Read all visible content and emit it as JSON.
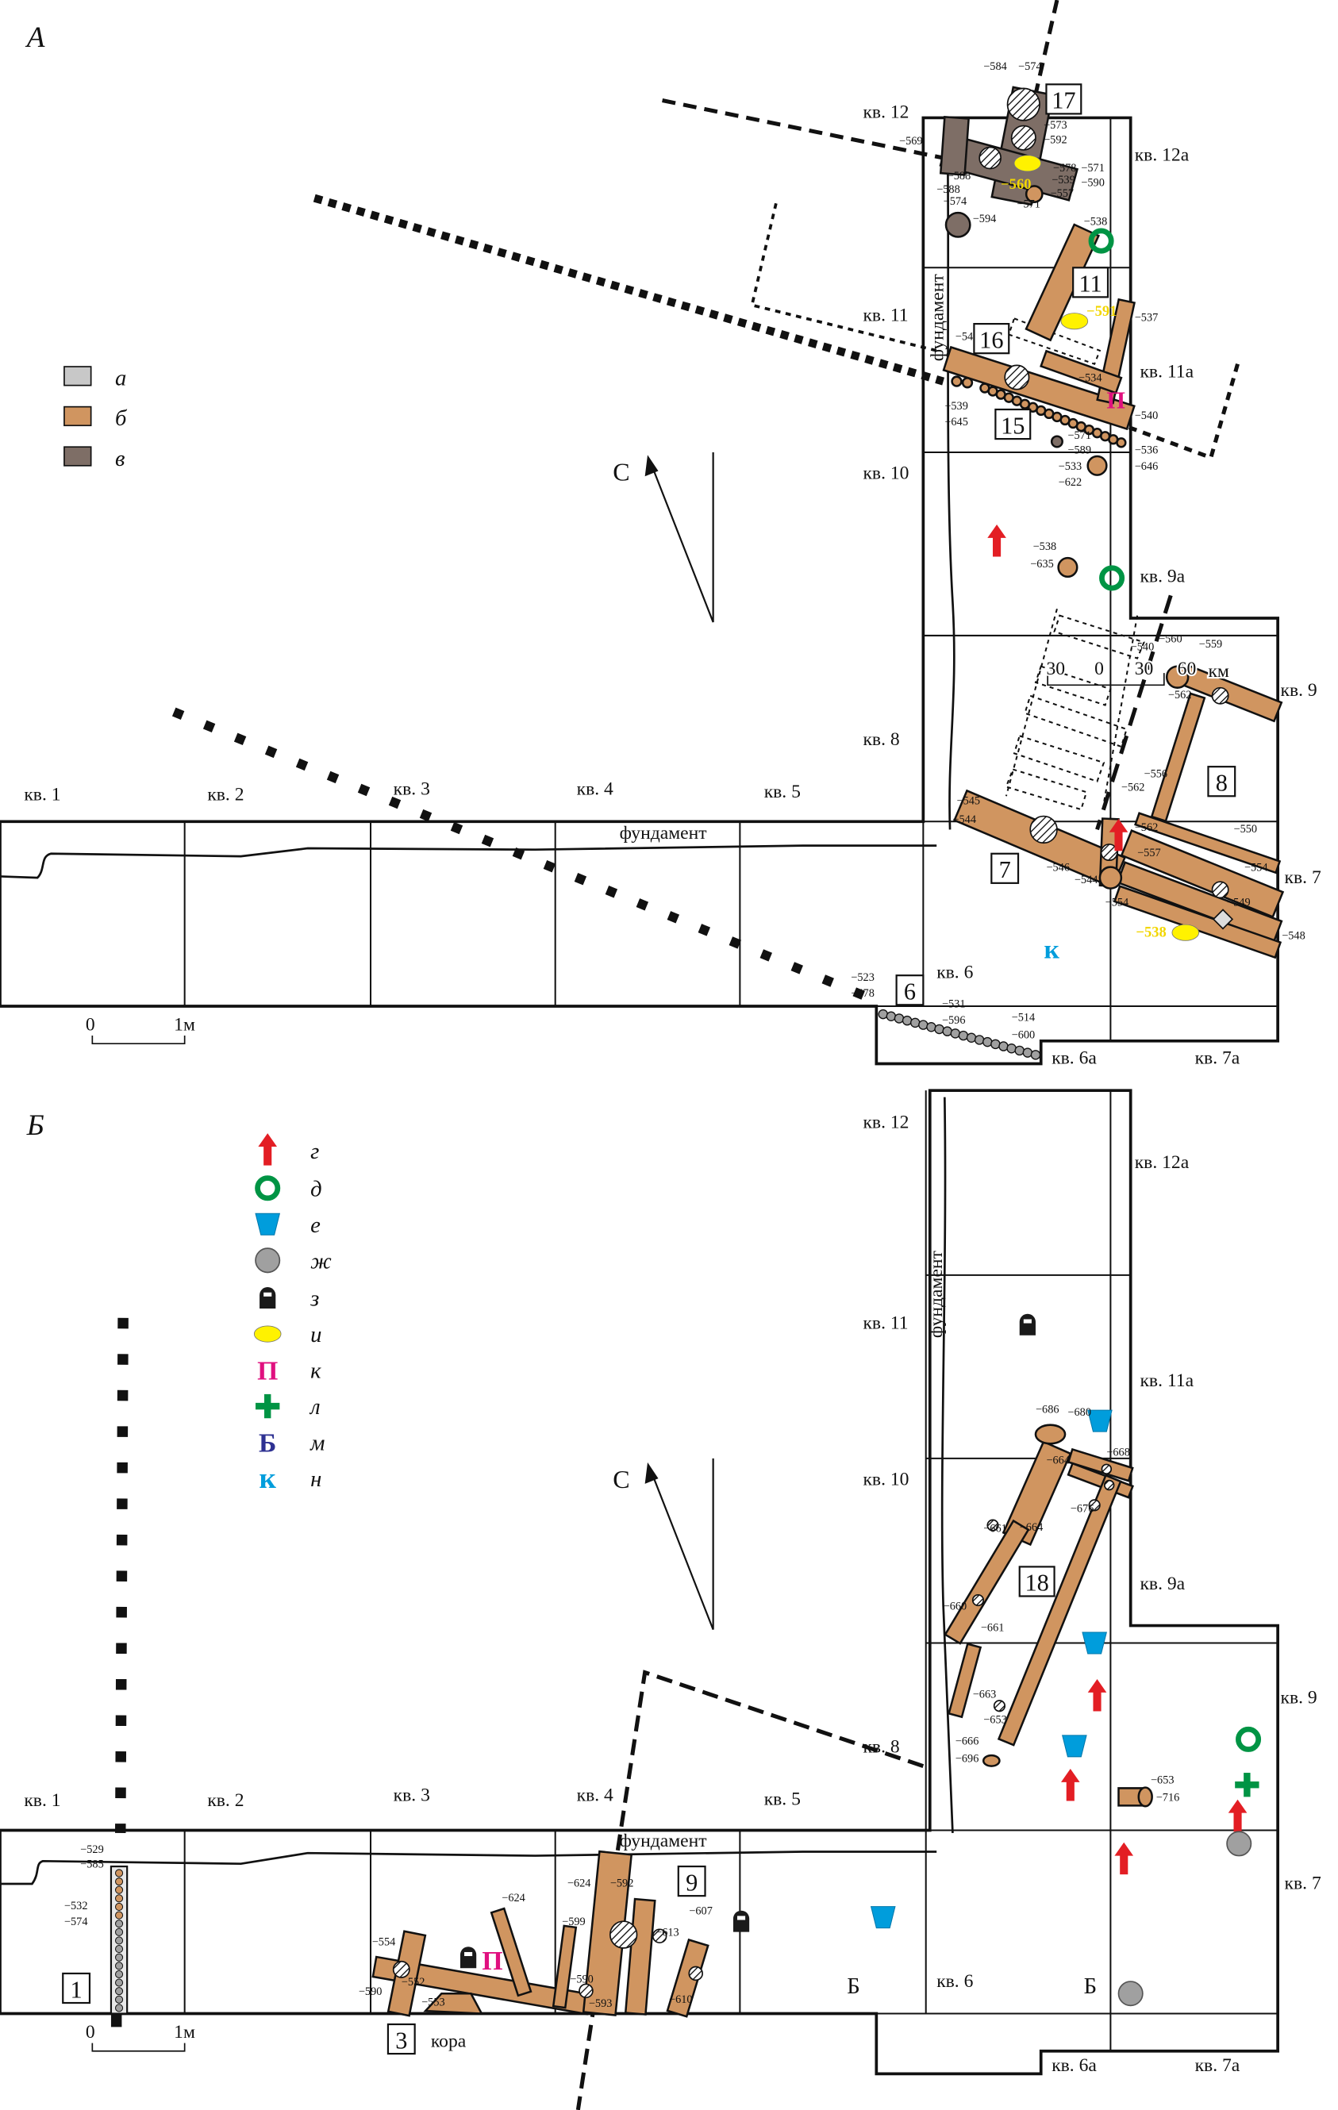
{
  "colors": {
    "log_light": "#c8c8c8",
    "log_b": "#d09560",
    "log_c": "#7e6e66",
    "arrow": "#e31e24",
    "ring": "#009444",
    "trapezoid": "#009ddc",
    "stone": "#a0a0a0",
    "lock": "#1a1a1a",
    "ellipse": "#fff200",
    "p_mark": "#e0107f",
    "cross": "#009444",
    "b_mark": "#2e3192",
    "k_mark": "#009ddc"
  },
  "panel_a": {
    "label": "А",
    "foundation": "фундамент",
    "foundation_vertical": "фундамент",
    "north": "С",
    "scale": {
      "zero": "0",
      "one": "1м"
    },
    "scale_km": [
      "30",
      "0",
      "30",
      "60",
      "км"
    ],
    "squares": [
      "кв. 1",
      "кв. 2",
      "кв. 3",
      "кв. 4",
      "кв. 5",
      "кв. 6",
      "кв. 6а",
      "кв. 7а",
      "кв. 7",
      "кв. 8",
      "кв. 9",
      "кв. 9а",
      "кв. 10",
      "кв. 11",
      "кв. 11а",
      "кв. 12",
      "кв. 12а"
    ],
    "structures": [
      "17",
      "11",
      "16",
      "15",
      "7",
      "8",
      "6"
    ],
    "legend": [
      {
        "key": "а"
      },
      {
        "key": "б"
      },
      {
        "key": "в"
      }
    ],
    "finds_yellow": [
      "−560",
      "−591",
      "−538"
    ],
    "marks": {
      "p": "П",
      "k": "к"
    },
    "elevations": [
      "−584",
      "−574",
      "−573",
      "−592",
      "−569",
      "−578",
      "−571",
      "−590",
      "−588",
      "−588",
      "−539",
      "−557",
      "−571",
      "−574",
      "−594",
      "−538",
      "−537",
      "−546",
      "−534",
      "−539",
      "−645",
      "−540",
      "−571",
      "−589",
      "−536",
      "−646",
      "−533",
      "−622",
      "−538",
      "−635",
      "−560",
      "−559",
      "−540",
      "−562",
      "−556",
      "−562",
      "−545",
      "−544",
      "−562",
      "−550",
      "−546",
      "−544",
      "−554",
      "−554",
      "−549",
      "−548",
      "−523",
      "−578",
      "−531",
      "−596",
      "−514",
      "−600",
      "−557"
    ]
  },
  "panel_b": {
    "label": "Б",
    "foundation": "фундамент",
    "foundation_vertical": "фундамент",
    "north": "С",
    "scale": {
      "zero": "0",
      "one": "1м"
    },
    "squares": [
      "кв. 1",
      "кв. 2",
      "кв. 3",
      "кв. 4",
      "кв. 5",
      "кв. 6",
      "кв. 6а",
      "кв. 7а",
      "кв. 7",
      "кв. 8",
      "кв. 9",
      "кв. 9а",
      "кв. 10",
      "кв. 11",
      "кв. 11а",
      "кв. 12",
      "кв. 12а"
    ],
    "structures": [
      "1",
      "3",
      "9",
      "18"
    ],
    "bark": "кора",
    "b_marks": [
      "Б",
      "Б"
    ],
    "marks": {
      "p": "П"
    },
    "legend": [
      {
        "key": "г"
      },
      {
        "key": "д"
      },
      {
        "key": "е"
      },
      {
        "key": "ж"
      },
      {
        "key": "з"
      },
      {
        "key": "и"
      },
      {
        "key": "к",
        "glyph": "П"
      },
      {
        "key": "л"
      },
      {
        "key": "м",
        "glyph": "Б"
      },
      {
        "key": "н",
        "glyph": "к"
      }
    ],
    "elevations": [
      "−529",
      "−585",
      "−532",
      "−574",
      "−554",
      "−552",
      "−590",
      "−553",
      "−624",
      "−599",
      "−624",
      "−592",
      "−590",
      "−593",
      "−613",
      "−607",
      "−610",
      "−686",
      "−680",
      "−668",
      "−664",
      "−676",
      "−661",
      "−664",
      "−660",
      "−661",
      "−663",
      "−653",
      "−666",
      "−696",
      "−653",
      "−716"
    ]
  }
}
